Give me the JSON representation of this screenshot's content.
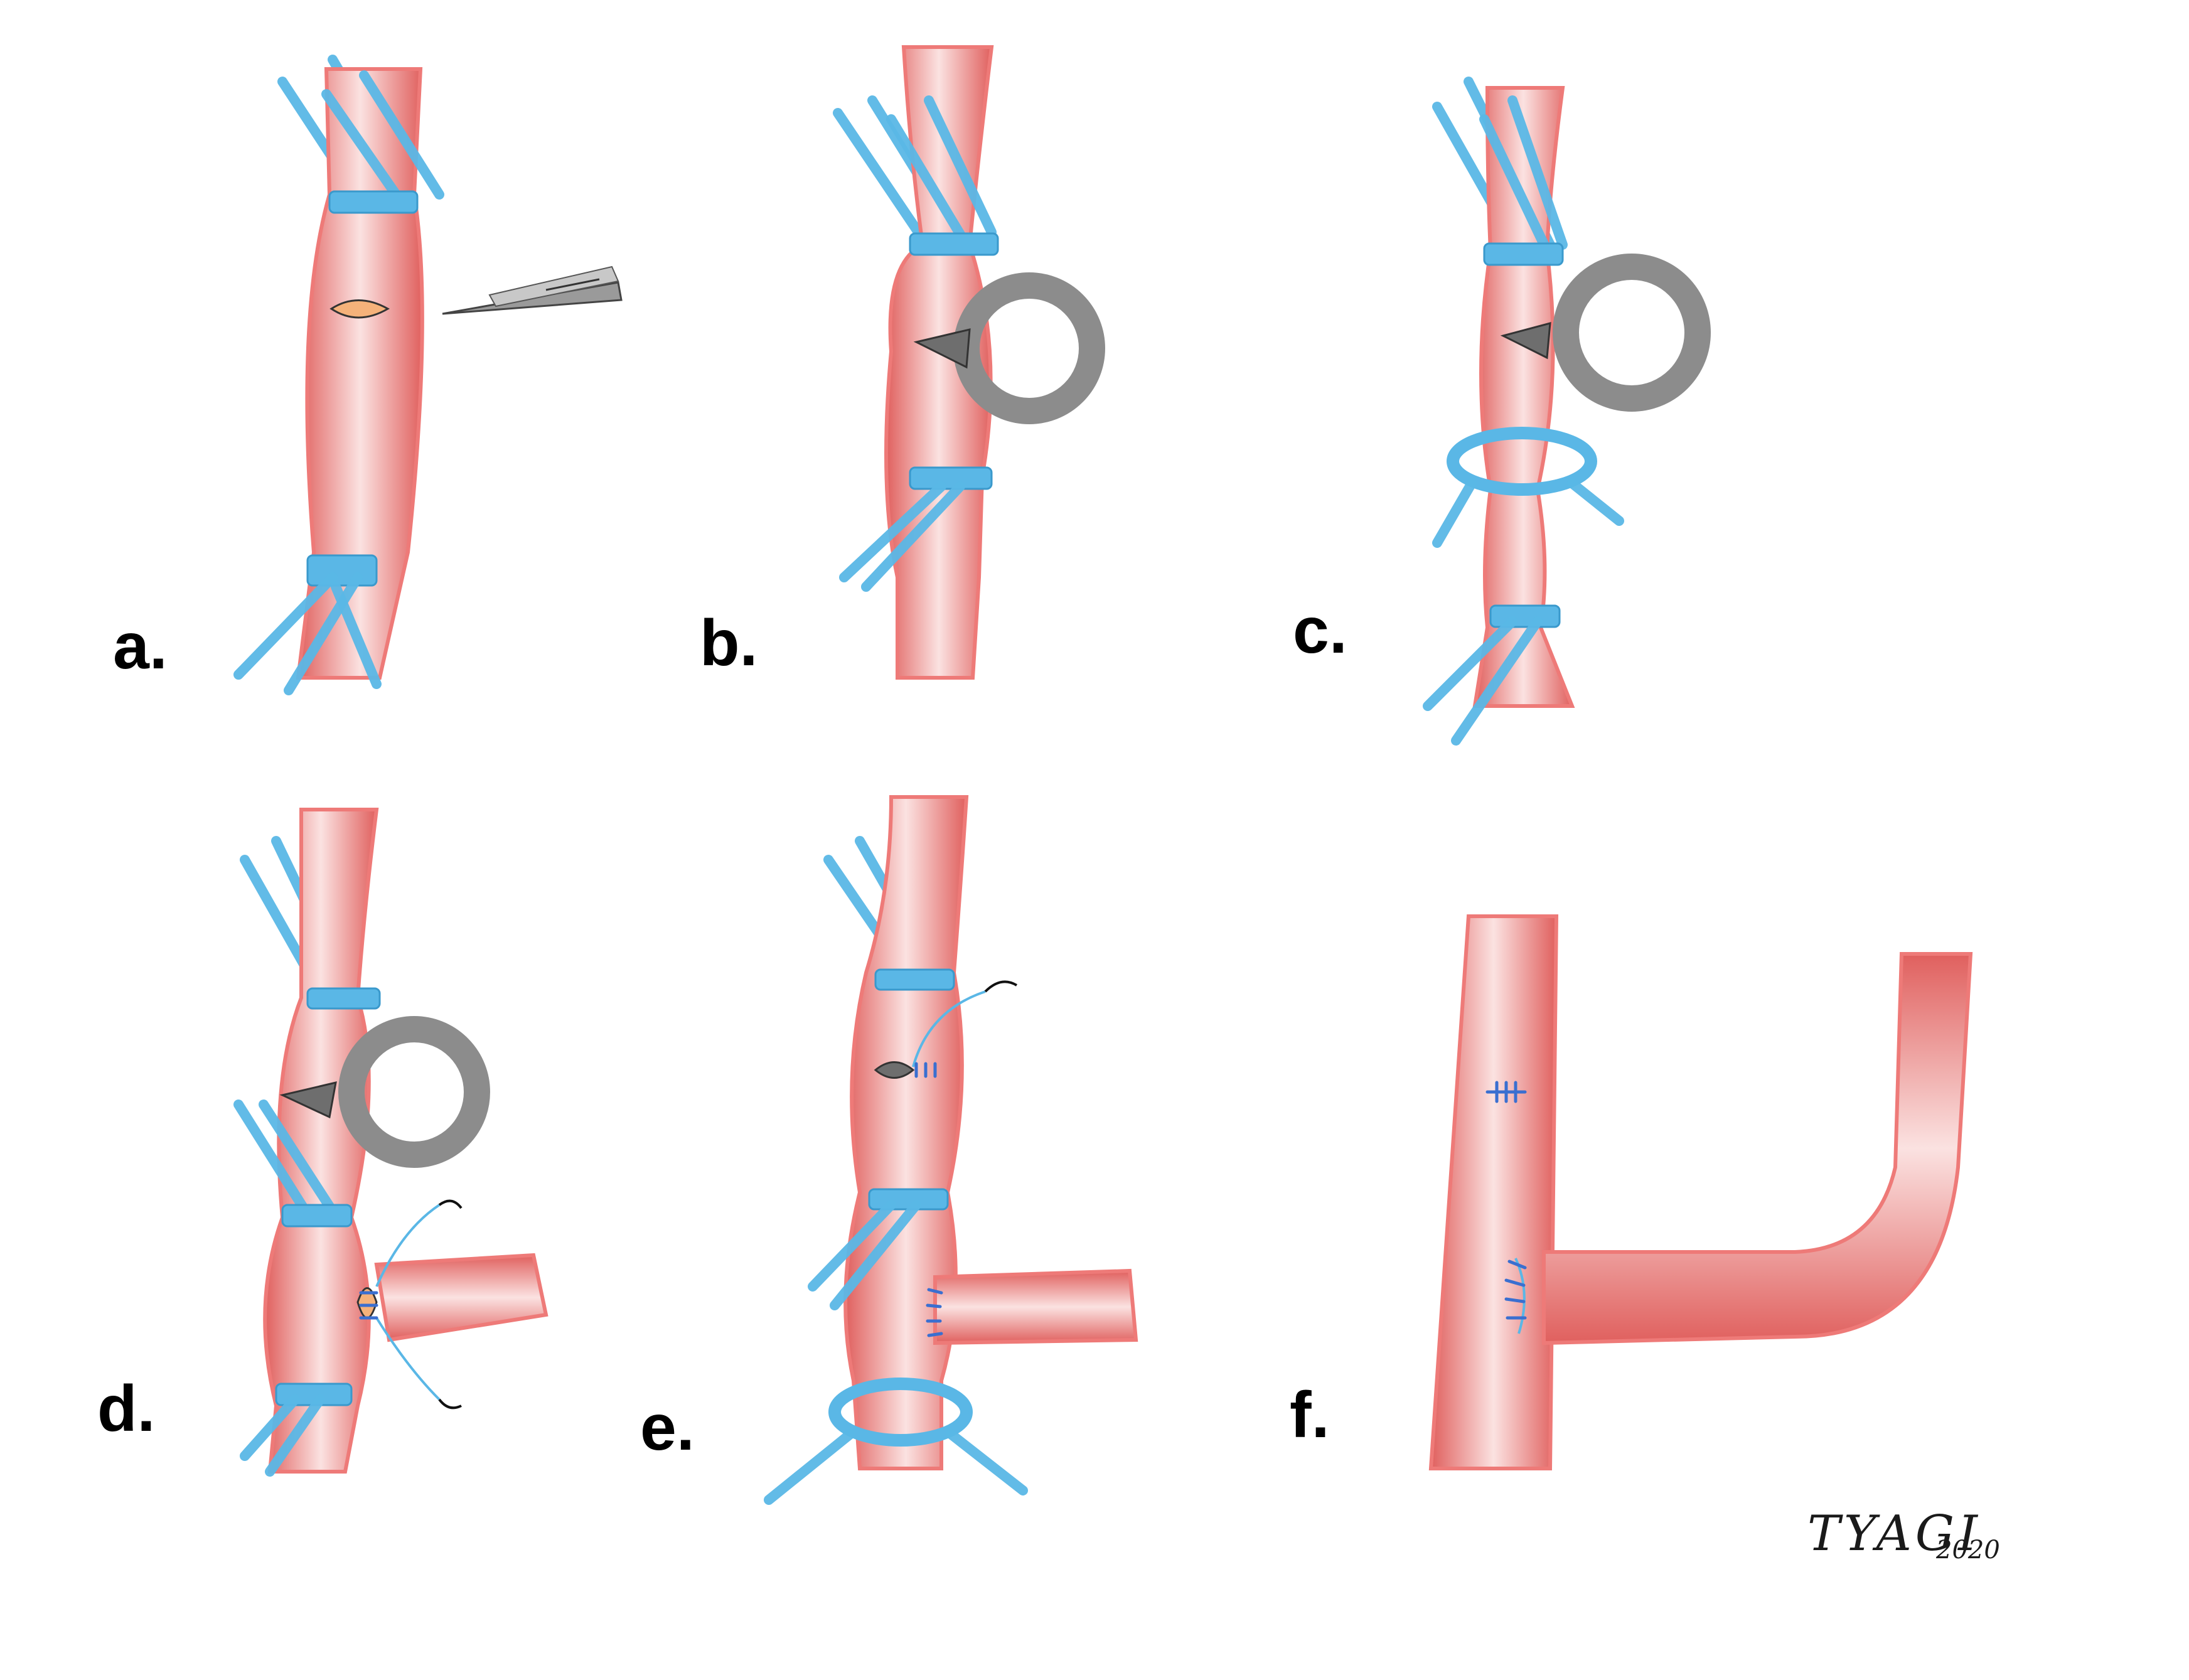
{
  "panels": [
    {
      "label": "a."
    },
    {
      "label": "b."
    },
    {
      "label": "c."
    },
    {
      "label": "d."
    },
    {
      "label": "e."
    },
    {
      "label": "f."
    }
  ],
  "signature": {
    "name": "TYAGI",
    "year": "2020"
  },
  "colors": {
    "vessel": "#ee7a78",
    "vessel_highlight": "#fbe2e1",
    "vessel_shadow": "#e0605e",
    "vessel_loop": "#5ab7e6",
    "shunt": "#8c8c8c",
    "shunt_light": "#c8c8c8",
    "arteriotomy": "#f5b27a",
    "suture": "#3a6fd0",
    "blade": "#9a9a9a"
  }
}
